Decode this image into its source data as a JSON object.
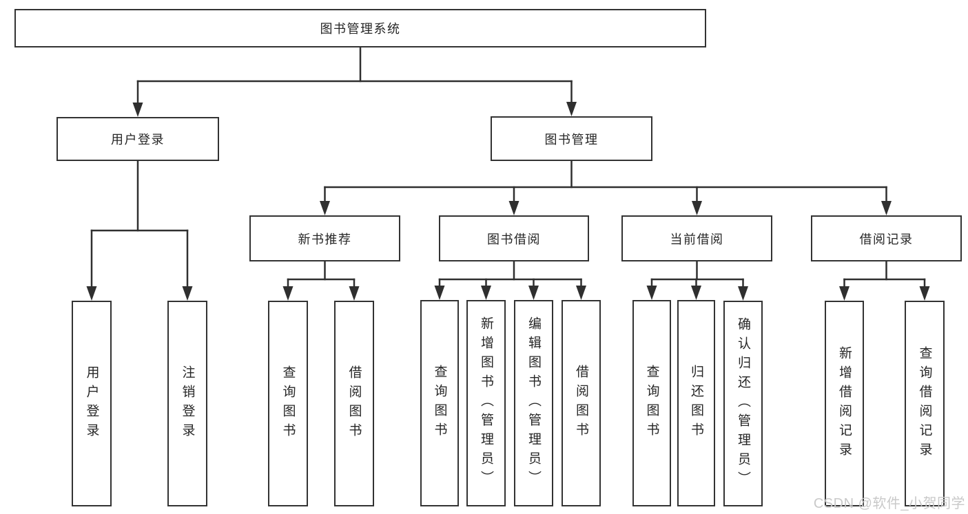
{
  "nodes": {
    "root": "图书管理系统",
    "user_login": "用户登录",
    "book_mgmt": "图书管理",
    "new_book_rec": "新书推荐",
    "book_borrow": "图书借阅",
    "current_borrow": "当前借阅",
    "borrow_records": "借阅记录",
    "leaf_user_login": "用户登录",
    "leaf_logout": "注销登录",
    "leaf_query_book_rec": "查询图书",
    "leaf_borrow_book_rec": "借阅图书",
    "leaf_query_book_borrow": "查询图书",
    "leaf_add_book": "新增图书（管理员）",
    "leaf_edit_book": "编辑图书（管理员）",
    "leaf_borrow_book_borrow": "借阅图书",
    "leaf_query_book_current": "查询图书",
    "leaf_return_book": "归还图书",
    "leaf_confirm_return": "确认归还（管理员）",
    "leaf_add_borrow_record": "新增借阅记录",
    "leaf_query_borrow_record": "查询借阅记录"
  },
  "watermark": "CSDN @软件_小贺同学",
  "colors": {
    "line": "#2f2f2f",
    "border": "#323232",
    "text": "#262626",
    "watermark": "#c9c9c9",
    "background": "#ffffff"
  }
}
